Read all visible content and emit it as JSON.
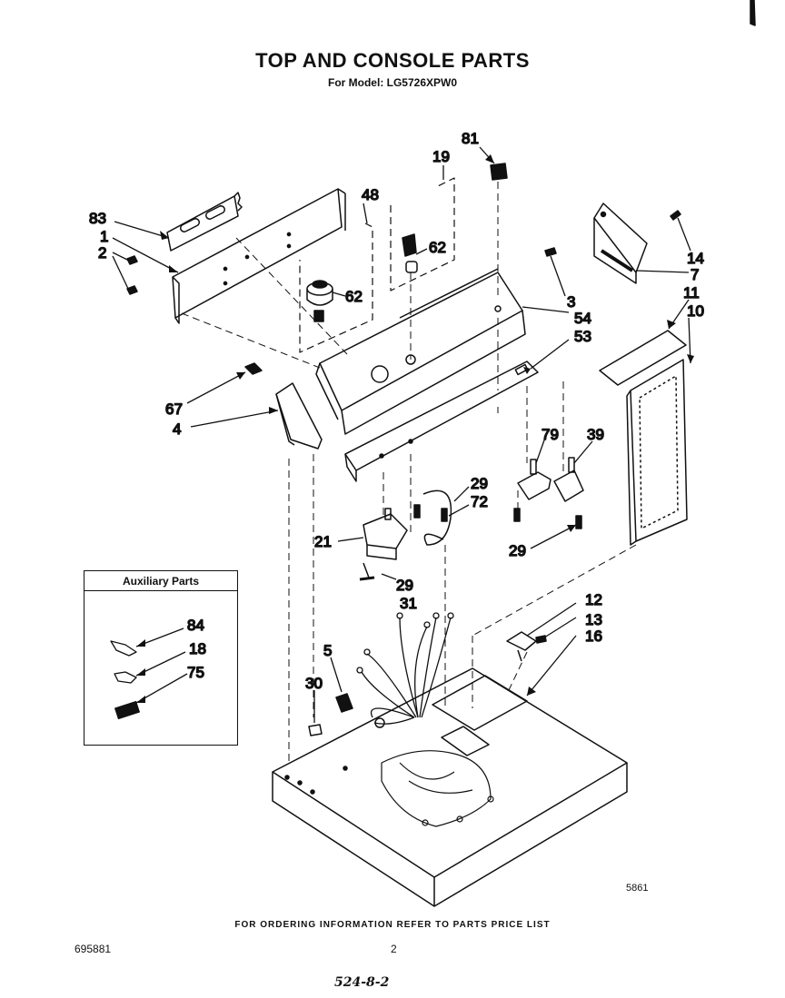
{
  "header": {
    "title": "TOP AND CONSOLE PARTS",
    "subtitle": "For Model: LG5726XPW0"
  },
  "auxiliary_box": {
    "title": "Auxiliary Parts"
  },
  "callouts": [
    "83",
    "1",
    "2",
    "48",
    "19",
    "81",
    "62",
    "62",
    "14",
    "7",
    "3",
    "54",
    "53",
    "11",
    "10",
    "67",
    "4",
    "79",
    "39",
    "29",
    "72",
    "21",
    "29",
    "29",
    "31",
    "12",
    "13",
    "16",
    "5",
    "30",
    "84",
    "18",
    "75"
  ],
  "footer": {
    "drawing_code": "5861",
    "ordering_note": "FOR ORDERING INFORMATION REFER TO PARTS PRICE LIST",
    "doc_number": "695881",
    "page_number": "2",
    "handwritten_note": "524-8-2"
  }
}
